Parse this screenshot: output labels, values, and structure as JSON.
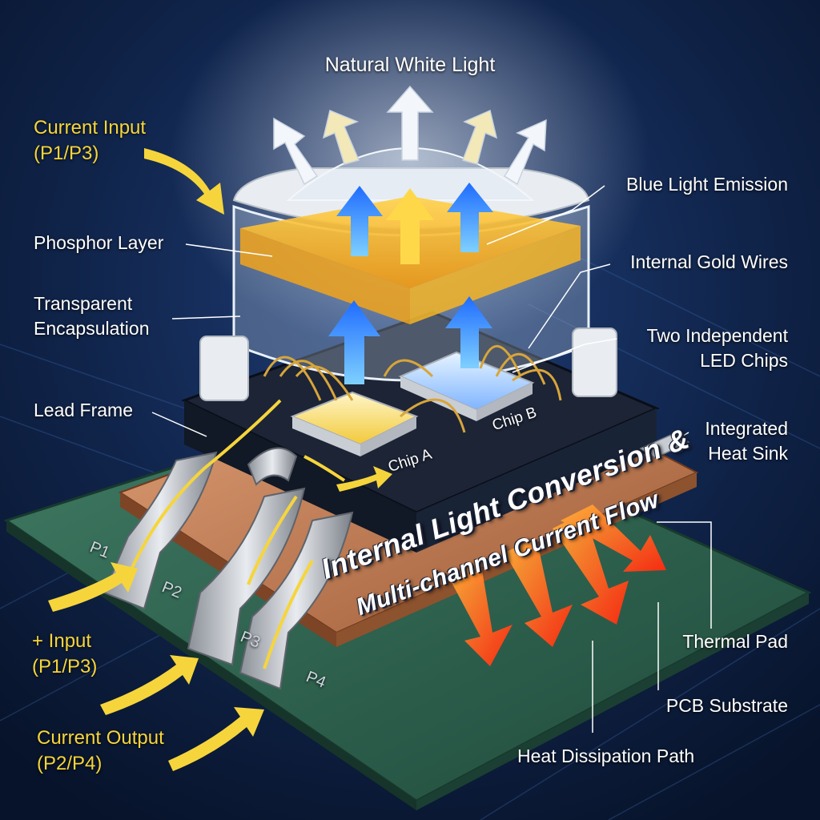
{
  "title": {
    "line1": "Internal Light Conversion &",
    "line2": "Multi-channel Current Flow"
  },
  "labels": {
    "natural_white_light": "Natural White Light",
    "current_input": "Current Input\n(P1/P3)",
    "phosphor_layer": "Phosphor Layer",
    "transparent_encapsulation": "Transparent\nEncapsulation",
    "lead_frame": "Lead Frame",
    "plus_input": "+ Input\n(P1/P3)",
    "current_output": "Current Output\n(P2/P4)",
    "blue_light_emission": "Blue Light Emission",
    "internal_gold_wires": "Internal Gold Wires",
    "two_independent_led_chips": "Two Independent\nLED Chips",
    "integrated_heat_sink": "Integrated\nHeat Sink",
    "thermal_pad": "Thermal Pad",
    "pcb_substrate": "PCB Substrate",
    "heat_dissipation_path": "Heat Dissipation Path"
  },
  "chips": {
    "chip_a": "Chip A",
    "chip_b": "Chip B"
  },
  "pins": {
    "p1": "P1",
    "p2": "P2",
    "p3": "P3",
    "p4": "P4"
  },
  "colors": {
    "background": "#0b1a36",
    "current_arrow": "#f6d53c",
    "blue_light": "#2f7cff",
    "heat_arrow": "#ff4a1c",
    "copper": "#c27a4e",
    "pcb": "#2e5e4c"
  }
}
